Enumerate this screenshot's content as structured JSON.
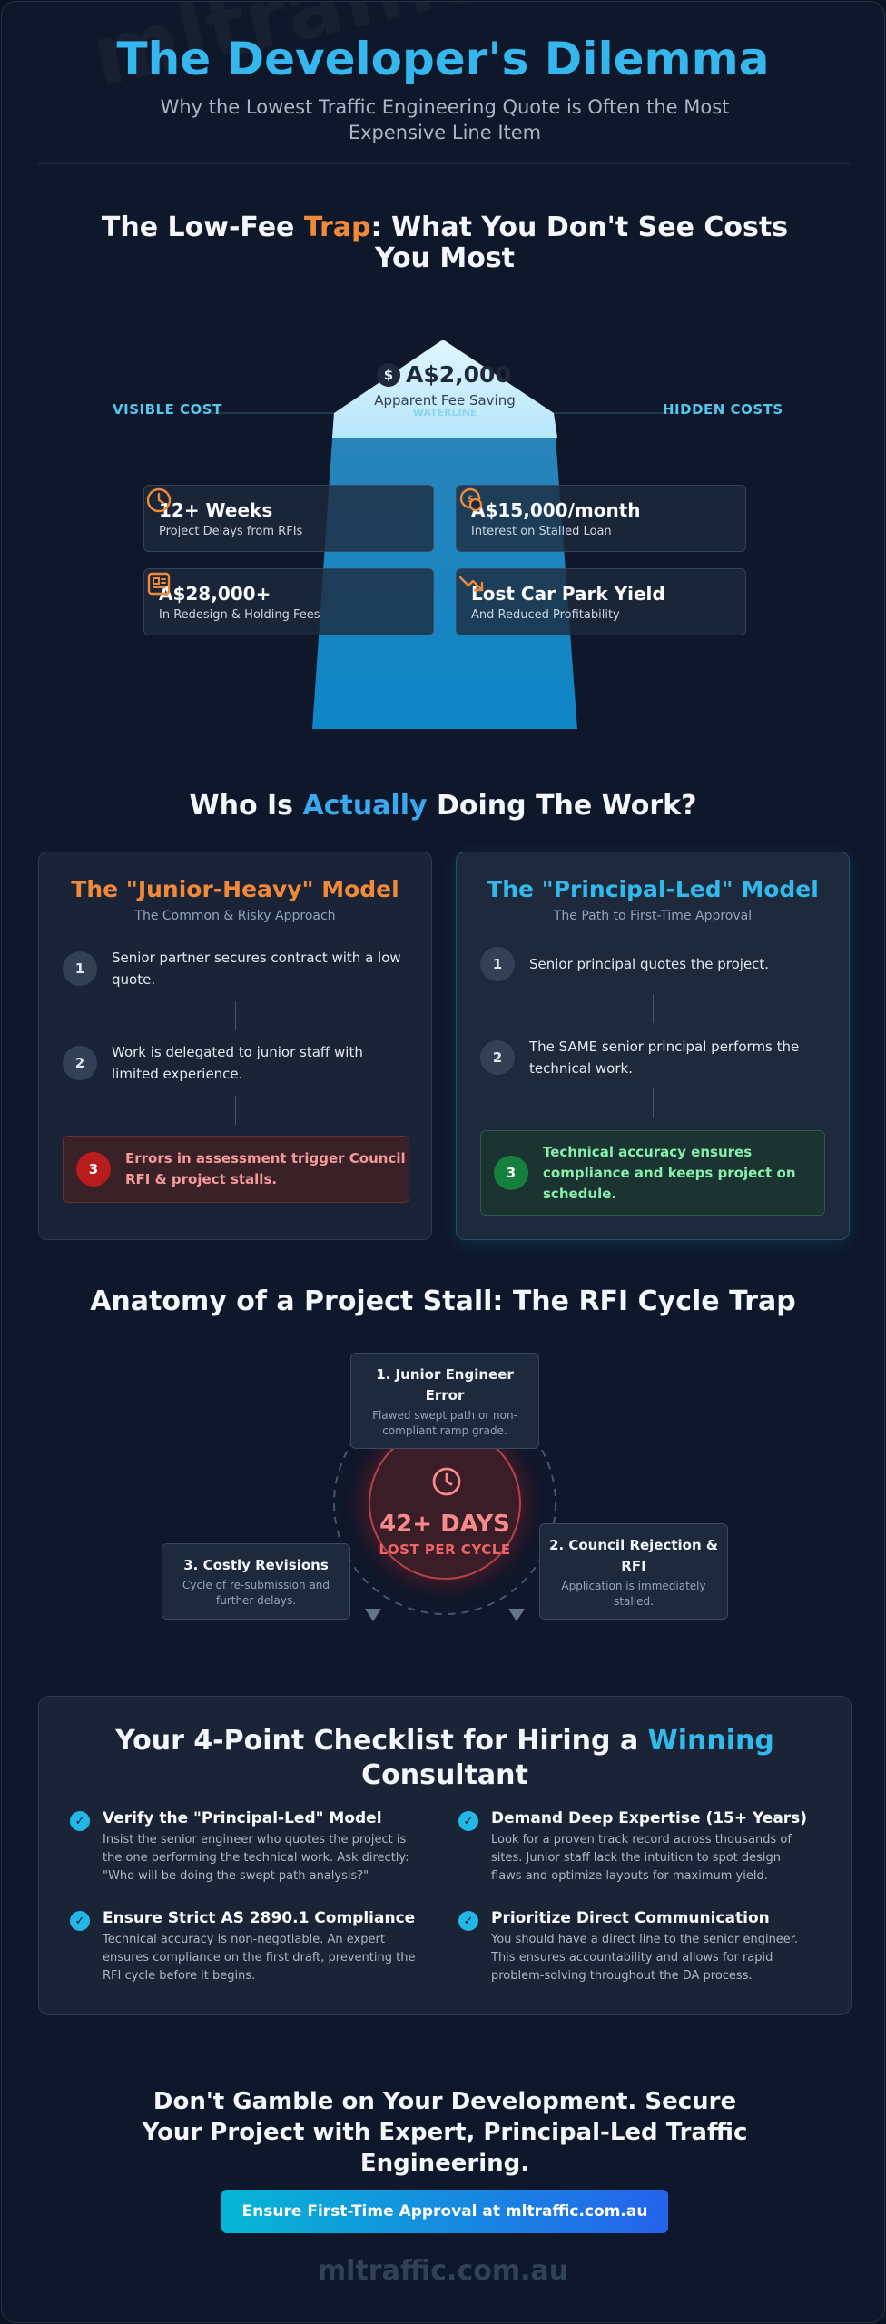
{
  "header": {
    "watermark": "mltraffic.com.au",
    "title": "The Developer's Dilemma",
    "subtitle": "Why the Lowest Traffic Engineering Quote is Often the Most Expensive Line Item"
  },
  "trap": {
    "title_pre": "The Low-Fee ",
    "title_accent": "Trap",
    "title_post": ": What You Don't See Costs You Most",
    "visible_label": "VISIBLE COST",
    "hidden_label": "HIDDEN COSTS",
    "tip_amount": "A$2,000",
    "tip_sub": "Apparent Fee Saving",
    "water_label": "WATERLINE",
    "cards": [
      {
        "icon": "clock-icon",
        "value": "12+ Weeks",
        "desc": "Project Delays from RFIs"
      },
      {
        "icon": "money-icon",
        "value": "A$15,000/month",
        "desc": "Interest on Stalled Loan"
      },
      {
        "icon": "document-icon",
        "value": "A$28,000+",
        "desc": "In Redesign & Holding Fees"
      },
      {
        "icon": "trend-down-icon",
        "value": "Lost Car Park Yield",
        "desc": "And Reduced Profitability"
      }
    ]
  },
  "work": {
    "title_pre": "Who Is ",
    "title_accent": "Actually",
    "title_post": " Doing The Work?",
    "junior": {
      "title": "The \"Junior-Heavy\" Model",
      "sub": "The Common & Risky Approach",
      "steps": [
        {
          "n": "1",
          "text": "Senior partner secures contract with a low quote."
        },
        {
          "n": "2",
          "text": "Work is delegated to junior staff with limited experience."
        },
        {
          "n": "3",
          "text": "Errors in assessment trigger Council RFI & project stalls."
        }
      ]
    },
    "principal": {
      "title": "The \"Principal-Led\" Model",
      "sub": "The Path to First-Time Approval",
      "steps": [
        {
          "n": "1",
          "text": "Senior principal quotes the project."
        },
        {
          "n": "2",
          "text": "The SAME senior principal performs the technical work."
        },
        {
          "n": "3",
          "text": "Technical accuracy ensures compliance and keeps project on schedule."
        }
      ]
    }
  },
  "rfi": {
    "title": "Anatomy of a Project Stall: The RFI Cycle Trap",
    "days": "42+ DAYS",
    "days_sub": "LOST PER CYCLE",
    "steps": [
      {
        "title": "1. Junior Engineer Error",
        "desc": "Flawed swept path or non-compliant ramp grade."
      },
      {
        "title": "2. Council Rejection & RFI",
        "desc": "Application is immediately stalled."
      },
      {
        "title": "3. Costly Revisions",
        "desc": "Cycle of re-submission and further delays."
      }
    ]
  },
  "checklist": {
    "title_pre": "Your 4-Point Checklist for Hiring a ",
    "title_accent": "Winning",
    "title_post": " Consultant",
    "items": [
      {
        "title": "Verify the \"Principal-Led\" Model",
        "desc": "Insist the senior engineer who quotes the project is the one performing the technical work. Ask directly: \"Who will be doing the swept path analysis?\""
      },
      {
        "title": "Demand Deep Expertise (15+ Years)",
        "desc": "Look for a proven track record across thousands of sites. Junior staff lack the intuition to spot design flaws and optimize layouts for maximum yield."
      },
      {
        "title": "Ensure Strict AS 2890.1 Compliance",
        "desc": "Technical accuracy is non-negotiable. An expert ensures compliance on the first draft, preventing the RFI cycle before it begins."
      },
      {
        "title": "Prioritize Direct Communication",
        "desc": "You should have a direct line to the senior engineer. This ensures accountability and allows for rapid problem-solving throughout the DA process."
      }
    ]
  },
  "cta": {
    "title": "Don't Gamble on Your Development. Secure Your Project with Expert, Principal-Led Traffic Engineering.",
    "button": "Ensure First-Time Approval at mltraffic.com.au",
    "footer": "mltraffic.com.au"
  },
  "colors": {
    "accent_cyan": "#33b8ea",
    "accent_orange": "#f08a3a",
    "danger": "#ef4444",
    "success": "#22c55e",
    "background": "#0f172a"
  }
}
